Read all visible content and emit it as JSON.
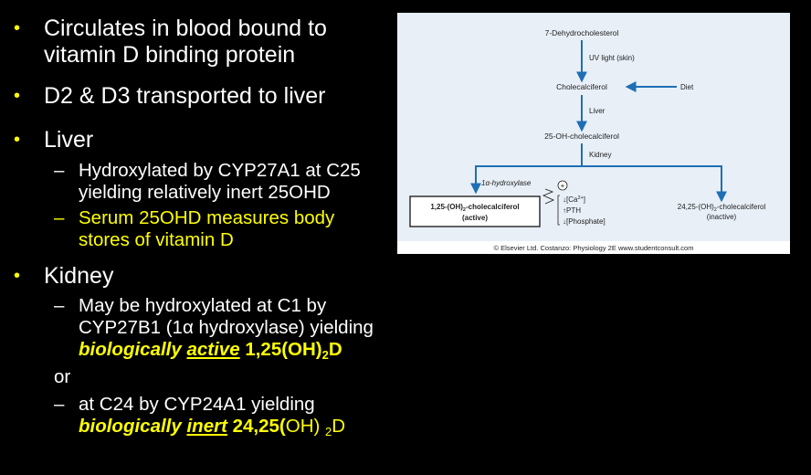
{
  "bullets": {
    "b1_line1": "Circulates in blood bound to",
    "b1_line2": "vitamin D binding protein",
    "b2": "D2 & D3 transported to liver",
    "b3": "Liver",
    "b3_s1_line1": "Hydroxylated by CYP27A1 at C25",
    "b3_s1_line2": "yielding relatively inert 25OHD",
    "b3_s2_line1": "Serum 25OHD measures body",
    "b3_s2_line2": "stores of vitamin D",
    "b4": "Kidney",
    "b4_s1_line1": "May be hydroxylated at C1 by",
    "b4_s1_line2": "CYP27B1 (1α hydroxylase) yielding",
    "b4_s1_bio": "biologically",
    "b4_s1_active": "active",
    "b4_s1_compound_a": "1,25(OH)",
    "b4_s1_sub": "2",
    "b4_s1_compound_b": "D",
    "or": "or",
    "b4_s2_line1": "at C24 by CYP24A1 yielding",
    "b4_s2_bio": "biologically",
    "b4_s2_inert": "inert",
    "b4_s2_compound_a": "24,25(",
    "b4_s2_compound_b": "OH) ",
    "b4_s2_sub": "2",
    "b4_s2_compound_c": "D",
    "bullet_glyph": "•",
    "dash_glyph": "–"
  },
  "diagram": {
    "n1": "7-Dehydrocholesterol",
    "e1": "UV light (skin)",
    "n2": "Cholecalciferol",
    "diet": "Diet",
    "e2": "Liver",
    "n3": "25-OH-cholecalciferol",
    "e3": "Kidney",
    "enzyme": "1α-hydroxylase",
    "plus": "+",
    "reg1_arrow": "↓",
    "reg1_a": "[Ca",
    "reg1_sup": "2+",
    "reg1_b": "]",
    "reg2_arrow": "↑",
    "reg2": "PTH",
    "reg3_arrow": "↓",
    "reg3": "[Phosphate]",
    "active_a": "1,25-(OH)",
    "active_sub": "2",
    "active_b": "-cholecalciferol",
    "active_c": "(active)",
    "inactive_a": "24,25-(OH)",
    "inactive_sub": "2",
    "inactive_b": "-cholecalciferol",
    "inactive_c": "(inactive)",
    "credit": "© Elsevier Ltd. Costanzo: Physiology 2E www.studentconsult.com",
    "colors": {
      "panel_bg": "#e8eff7",
      "arrow": "#1f6fb4",
      "text": "#222222"
    }
  }
}
